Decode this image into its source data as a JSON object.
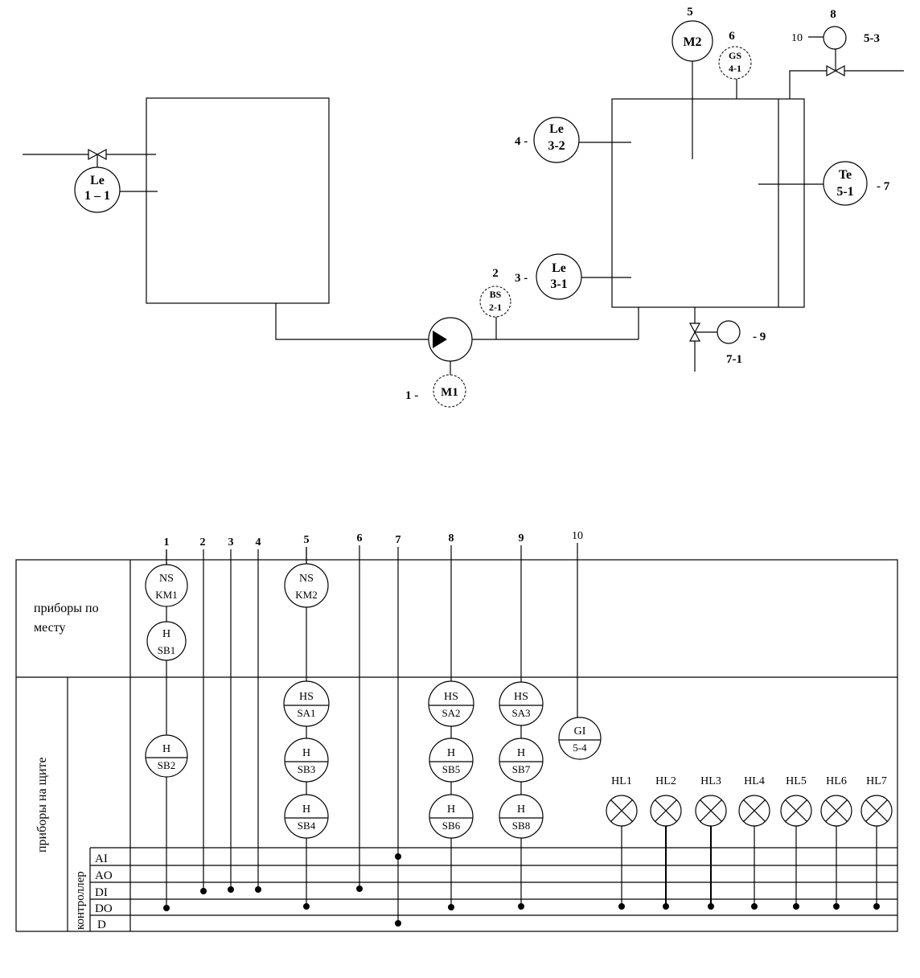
{
  "process": {
    "instruments": [
      {
        "id": "le11",
        "top": "Le",
        "bottom": "1 – 1"
      },
      {
        "id": "le32",
        "top": "Le",
        "bottom": "3-2",
        "num": "4 -"
      },
      {
        "id": "le31",
        "top": "Le",
        "bottom": "3-1",
        "num": "3 -"
      },
      {
        "id": "te51",
        "top": "Te",
        "bottom": "5-1",
        "num": "- 7"
      },
      {
        "id": "bs21",
        "top": "BS",
        "bottom": "2-1",
        "num": "2"
      },
      {
        "id": "gs41",
        "top": "GS",
        "bottom": "4-1",
        "num": "6"
      },
      {
        "id": "m2",
        "top": "M2",
        "num": "5"
      },
      {
        "id": "m1",
        "top": "M1",
        "num": "1 -"
      },
      {
        "id": "v53",
        "num": "8",
        "side_left": "10",
        "side_right": "5-3"
      },
      {
        "id": "v71",
        "num": "- 9",
        "bottom": "7-1"
      }
    ]
  },
  "board": {
    "row_local": "приборы по месту",
    "row_panel": "приборы на щите",
    "controller": "контроллер",
    "buses": [
      "AI",
      "AO",
      "DI",
      "DO",
      "D"
    ],
    "column_numbers": [
      "1",
      "2",
      "3",
      "4",
      "5",
      "6",
      "7",
      "8",
      "9",
      "10"
    ],
    "devices": [
      {
        "id": "km1",
        "top": "NS",
        "bottom": "KM1"
      },
      {
        "id": "sb1",
        "top": "H",
        "bottom": "SB1"
      },
      {
        "id": "sb2",
        "top": "H",
        "bottom": "SB2"
      },
      {
        "id": "km2",
        "top": "NS",
        "bottom": "KM2"
      },
      {
        "id": "sa1",
        "top": "HS",
        "bottom": "SA1"
      },
      {
        "id": "sb3",
        "top": "H",
        "bottom": "SB3"
      },
      {
        "id": "sb4",
        "top": "H",
        "bottom": "SB4"
      },
      {
        "id": "sa2",
        "top": "HS",
        "bottom": "SA2"
      },
      {
        "id": "sb5",
        "top": "H",
        "bottom": "SB5"
      },
      {
        "id": "sb6",
        "top": "H",
        "bottom": "SB6"
      },
      {
        "id": "sa3",
        "top": "HS",
        "bottom": "SA3"
      },
      {
        "id": "sb7",
        "top": "H",
        "bottom": "SB7"
      },
      {
        "id": "sb8",
        "top": "H",
        "bottom": "SB8"
      },
      {
        "id": "gi54",
        "top": "GI",
        "bottom": "5-4"
      }
    ],
    "lamps": [
      "HL1",
      "HL2",
      "HL3",
      "HL4",
      "HL5",
      "HL6",
      "HL7"
    ]
  }
}
